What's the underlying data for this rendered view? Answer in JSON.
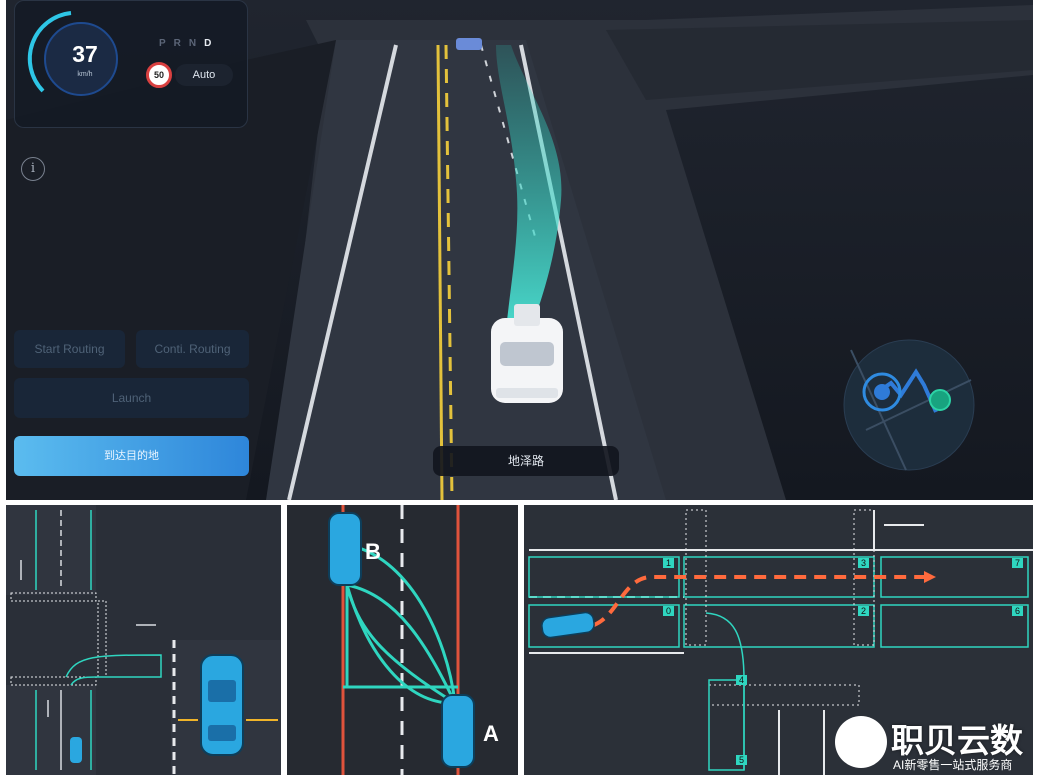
{
  "hud": {
    "speed": "37",
    "speed_unit": "km/h",
    "gears": [
      "P",
      "R",
      "N"
    ],
    "active_gear": "D",
    "speed_limit": "50",
    "drive_mode": "Auto"
  },
  "controls": {
    "start_routing": "Start Routing",
    "conti_routing": "Conti. Routing",
    "launch": "Launch",
    "destination": "到达目的地"
  },
  "road_name": "地泽路",
  "diagram_middle": {
    "label_b": "B",
    "label_a": "A"
  },
  "diagram_right": {
    "lanes": [
      "1",
      "0",
      "3",
      "2",
      "7",
      "6",
      "4",
      "5"
    ]
  },
  "watermark": {
    "brand": "职贝云数",
    "tagline": "AI新零售一站式服务商"
  },
  "colors": {
    "teal": "#2fd6c0",
    "vehicle_blue": "#2aa7e0",
    "route_orange": "#ff6a3d",
    "lane_red": "#e0533c"
  }
}
